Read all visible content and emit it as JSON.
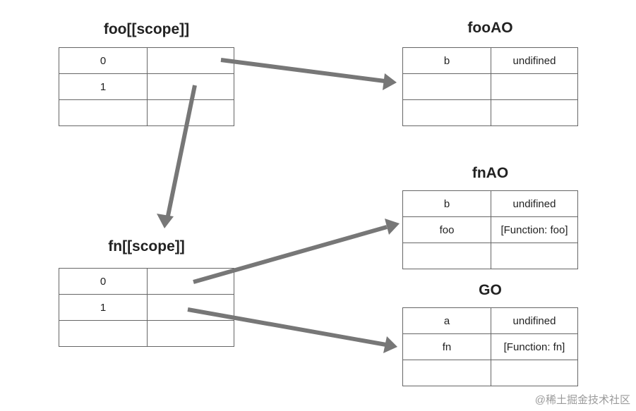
{
  "tables": {
    "foo_scope": {
      "title": "foo[[scope]]",
      "rows": [
        {
          "key": "0",
          "value": ""
        },
        {
          "key": "1",
          "value": ""
        },
        {
          "key": "",
          "value": ""
        }
      ]
    },
    "fn_scope": {
      "title": "fn[[scope]]",
      "rows": [
        {
          "key": "0",
          "value": ""
        },
        {
          "key": "1",
          "value": ""
        },
        {
          "key": "",
          "value": ""
        }
      ]
    },
    "fooAO": {
      "title": "fooAO",
      "rows": [
        {
          "key": "b",
          "value": "undifined"
        },
        {
          "key": "",
          "value": ""
        },
        {
          "key": "",
          "value": ""
        }
      ]
    },
    "fnAO": {
      "title": "fnAO",
      "rows": [
        {
          "key": "b",
          "value": "undifined"
        },
        {
          "key": "foo",
          "value": "[Function: foo]"
        },
        {
          "key": "",
          "value": ""
        }
      ]
    },
    "GO": {
      "title": "GO",
      "rows": [
        {
          "key": "a",
          "value": "undifined"
        },
        {
          "key": "fn",
          "value": "[Function: fn]"
        },
        {
          "key": "",
          "value": ""
        }
      ]
    }
  },
  "arrows": [
    {
      "from": "foo[[scope]] 0",
      "to": "fooAO"
    },
    {
      "from": "foo[[scope]] 1",
      "to": "fn[[scope]]"
    },
    {
      "from": "fn[[scope]] 0",
      "to": "fnAO"
    },
    {
      "from": "fn[[scope]] 1",
      "to": "GO"
    }
  ],
  "colors": {
    "arrow": "#777777",
    "border": "#666666",
    "text": "#222222",
    "watermark": "#9a9a9a"
  },
  "watermark": "@稀土掘金技术社区"
}
